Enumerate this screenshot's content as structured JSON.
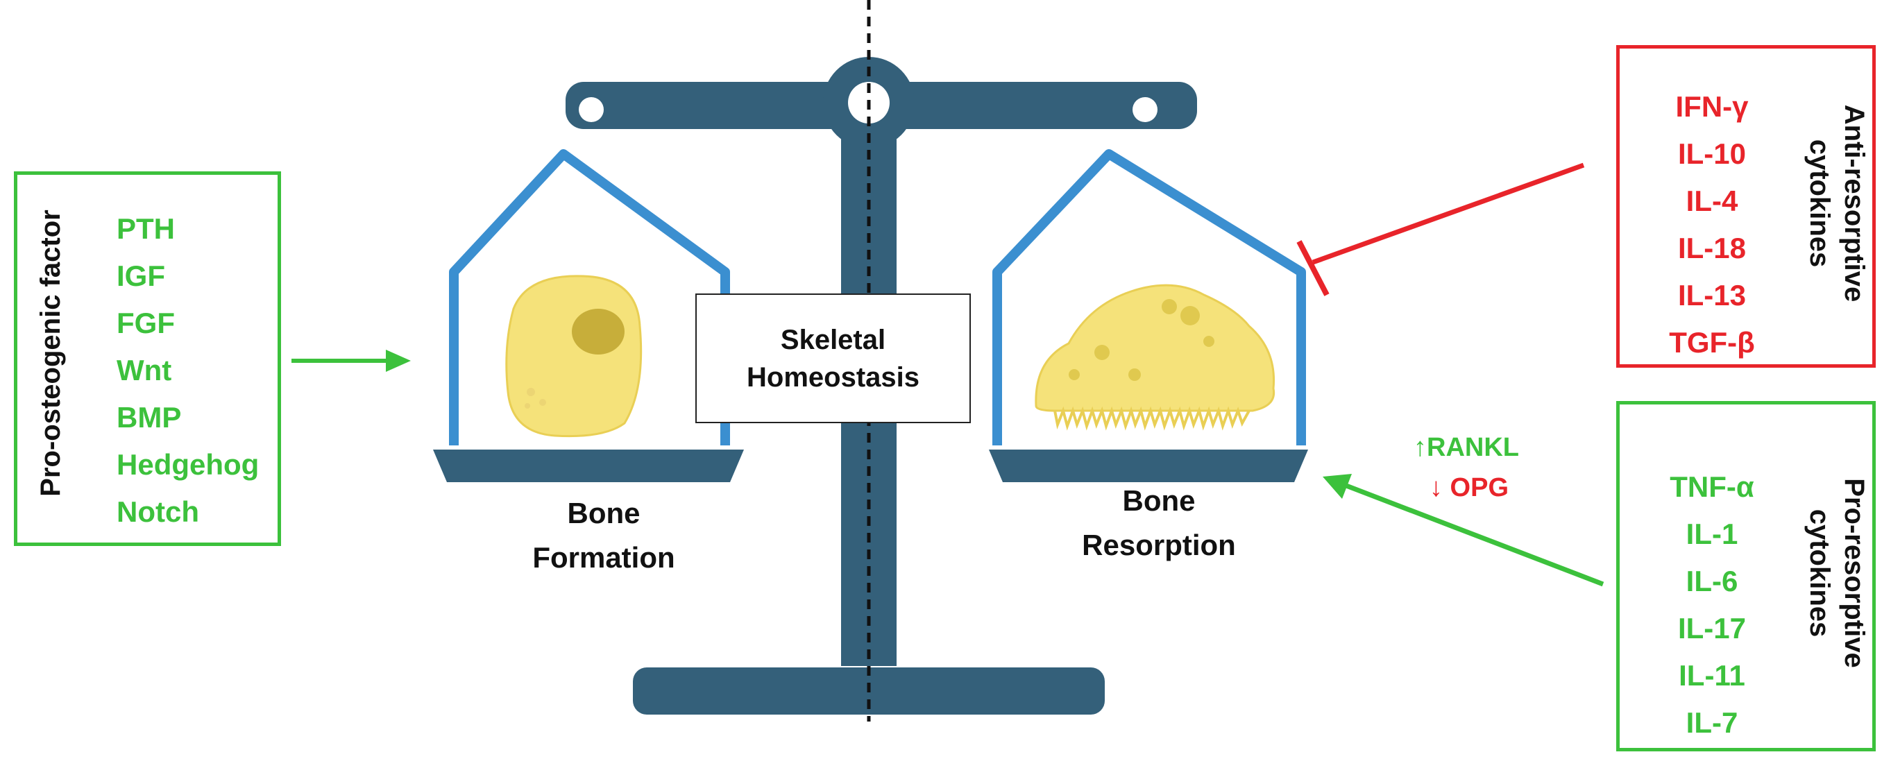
{
  "pro_osteogenic": {
    "title": "Pro-osteogenic factor",
    "items": [
      "PTH",
      "IGF",
      "FGF",
      "Wnt",
      "BMP",
      "Hedgehog",
      "Notch"
    ]
  },
  "anti_resorptive": {
    "title_line1": "Anti-resorptive",
    "title_line2": "cytokines",
    "items": [
      "IFN-γ",
      "IL-10",
      "IL-4",
      "IL-18",
      "IL-13",
      "TGF-β"
    ]
  },
  "pro_resorptive": {
    "title_line1": "Pro-resorptive",
    "title_line2": "cytokines",
    "items": [
      "TNF-α",
      "IL-1",
      "IL-6",
      "IL-17",
      "IL-11",
      "IL-7"
    ]
  },
  "center": {
    "line1": "Skeletal",
    "line2": "Homeostasis"
  },
  "left_pan": {
    "line1": "Bone",
    "line2": "Formation"
  },
  "right_pan": {
    "line1": "Bone",
    "line2": "Resorption"
  },
  "mediators": {
    "rankl": "↑RANKL",
    "opg": "↓ OPG"
  },
  "colors": {
    "green": "#3cc13c",
    "red": "#e8242a",
    "scale_navy": "#34607a",
    "pan_blue": "#3b8fd0",
    "cell_yellow": "#f5e27a"
  }
}
